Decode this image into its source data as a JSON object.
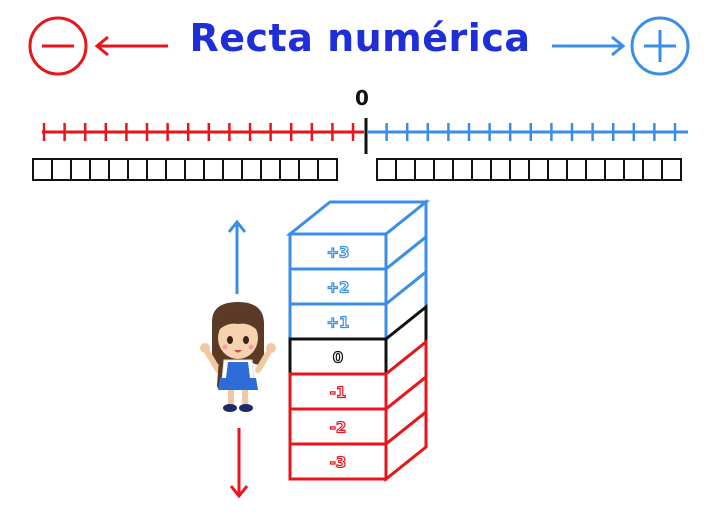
{
  "title": "Recta numérica",
  "negative_sign_icon": "minus-circle-icon",
  "positive_sign_icon": "plus-circle-icon",
  "number_line": {
    "zero_label": "0"
  },
  "stack": {
    "blocks": [
      {
        "label": "+3",
        "sign": "positive"
      },
      {
        "label": "+2",
        "sign": "positive"
      },
      {
        "label": "+1",
        "sign": "positive"
      },
      {
        "label": "0",
        "sign": "zero"
      },
      {
        "label": "-1",
        "sign": "negative"
      },
      {
        "label": "-2",
        "sign": "negative"
      },
      {
        "label": "-3",
        "sign": "negative"
      }
    ]
  },
  "colors": {
    "negative": "#e8151b",
    "positive": "#3a8ee8",
    "zero": "#111111",
    "title": "#1f2fd8"
  }
}
